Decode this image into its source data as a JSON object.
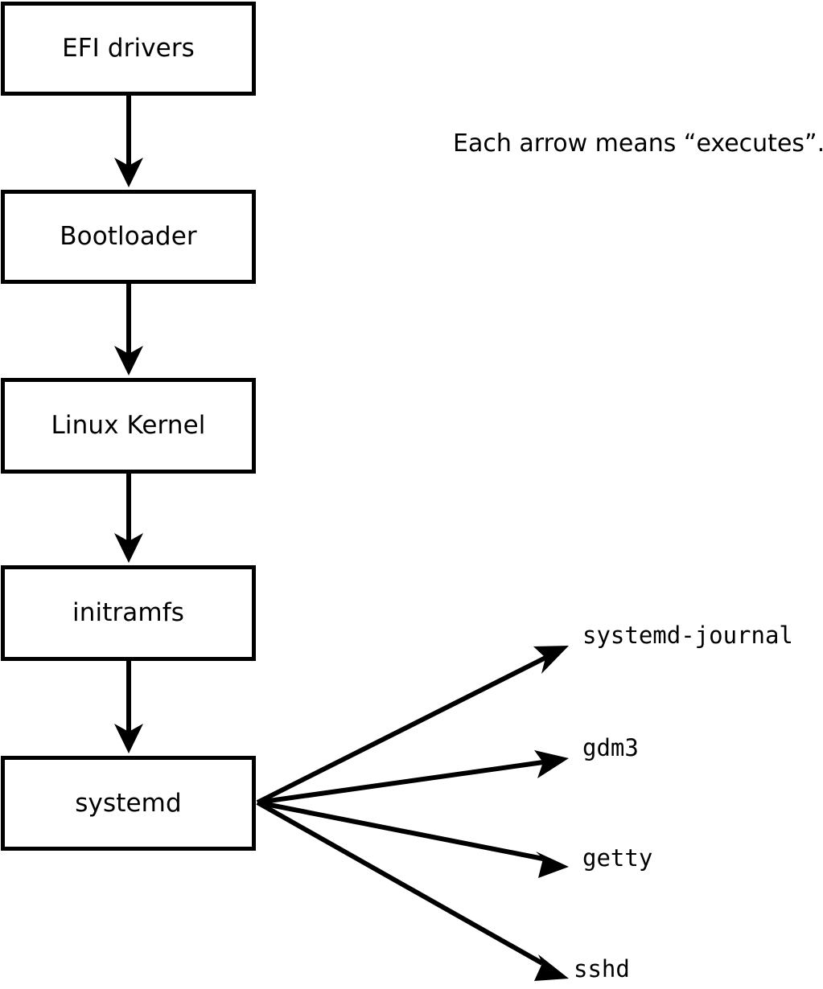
{
  "diagram": {
    "caption": "Each arrow means “executes”.",
    "boot_chain": [
      {
        "label": "EFI drivers"
      },
      {
        "label": "Bootloader"
      },
      {
        "label": "Linux Kernel"
      },
      {
        "label": "initramfs"
      },
      {
        "label": "systemd"
      }
    ],
    "services": [
      {
        "label": "systemd-journal"
      },
      {
        "label": "gdm3"
      },
      {
        "label": "getty"
      },
      {
        "label": "sshd"
      }
    ],
    "colors": {
      "stroke": "#000000",
      "background": "#ffffff",
      "text": "#000000"
    }
  }
}
